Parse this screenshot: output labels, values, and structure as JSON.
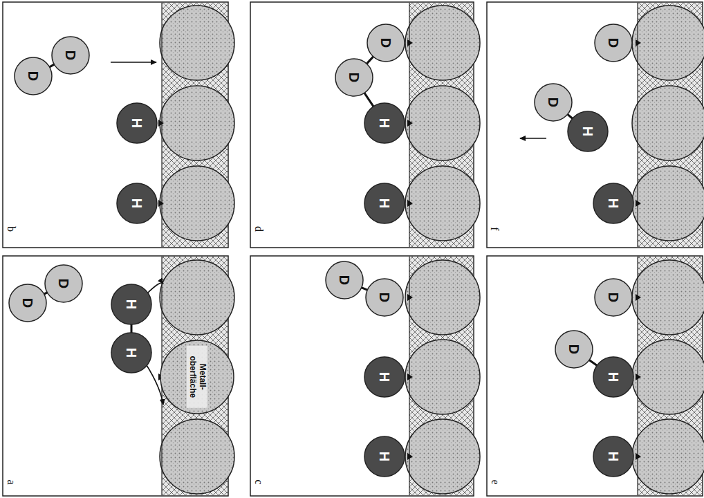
{
  "diagram": {
    "nodes": [
      {
        "text": [
          "Metall- oberfläche"
        ]
      },
      {
        "text": [
          "H"
        ]
      },
      {
        "text": [
          "H"
        ]
      },
      {
        "text": [
          "D"
        ]
      },
      {
        "text": [
          "D"
        ]
      },
      {
        "text": [
          "D"
        ]
      },
      {
        "text": [
          "D"
        ]
      },
      {
        "text": [
          "H"
        ]
      },
      {
        "text": [
          "H"
        ]
      },
      {
        "text": [
          "D"
        ]
      },
      {
        "text": [
          "D"
        ]
      },
      {
        "text": [
          "H"
        ]
      },
      {
        "text": [
          "H"
        ]
      },
      {
        "text": [
          "D"
        ]
      },
      {
        "text": [
          "D"
        ]
      },
      {
        "text": [
          "H"
        ]
      },
      {
        "text": [
          "H"
        ]
      },
      {
        "text": [
          "D"
        ]
      },
      {
        "text": [
          "D"
        ]
      },
      {
        "text": [
          "H"
        ]
      },
      {
        "text": [
          "H"
        ]
      },
      {
        "text": [
          "D"
        ]
      },
      {
        "text": [
          "D"
        ]
      },
      {
        "text": [
          "H"
        ]
      },
      {
        "text": [
          "H"
        ]
      }
    ],
    "edges": [
      {
        "from": 1,
        "to": 2,
        "arrow": "none"
      },
      {
        "from": 3,
        "to": 4,
        "arrow": "none"
      },
      {
        "from": 5,
        "to": 6,
        "arrow": "none"
      },
      {
        "from": 9,
        "to": 10,
        "arrow": "none"
      },
      {
        "from": 13,
        "to": 14,
        "arrow": "none"
      },
      {
        "from": 14,
        "to": 15,
        "arrow": "none"
      },
      {
        "from": 18,
        "to": 19,
        "arrow": "none"
      },
      {
        "from": 22,
        "to": 23,
        "arrow": "none"
      }
    ],
    "labels": [
      "a",
      "b",
      "c",
      "d",
      "e",
      "f"
    ]
  }
}
